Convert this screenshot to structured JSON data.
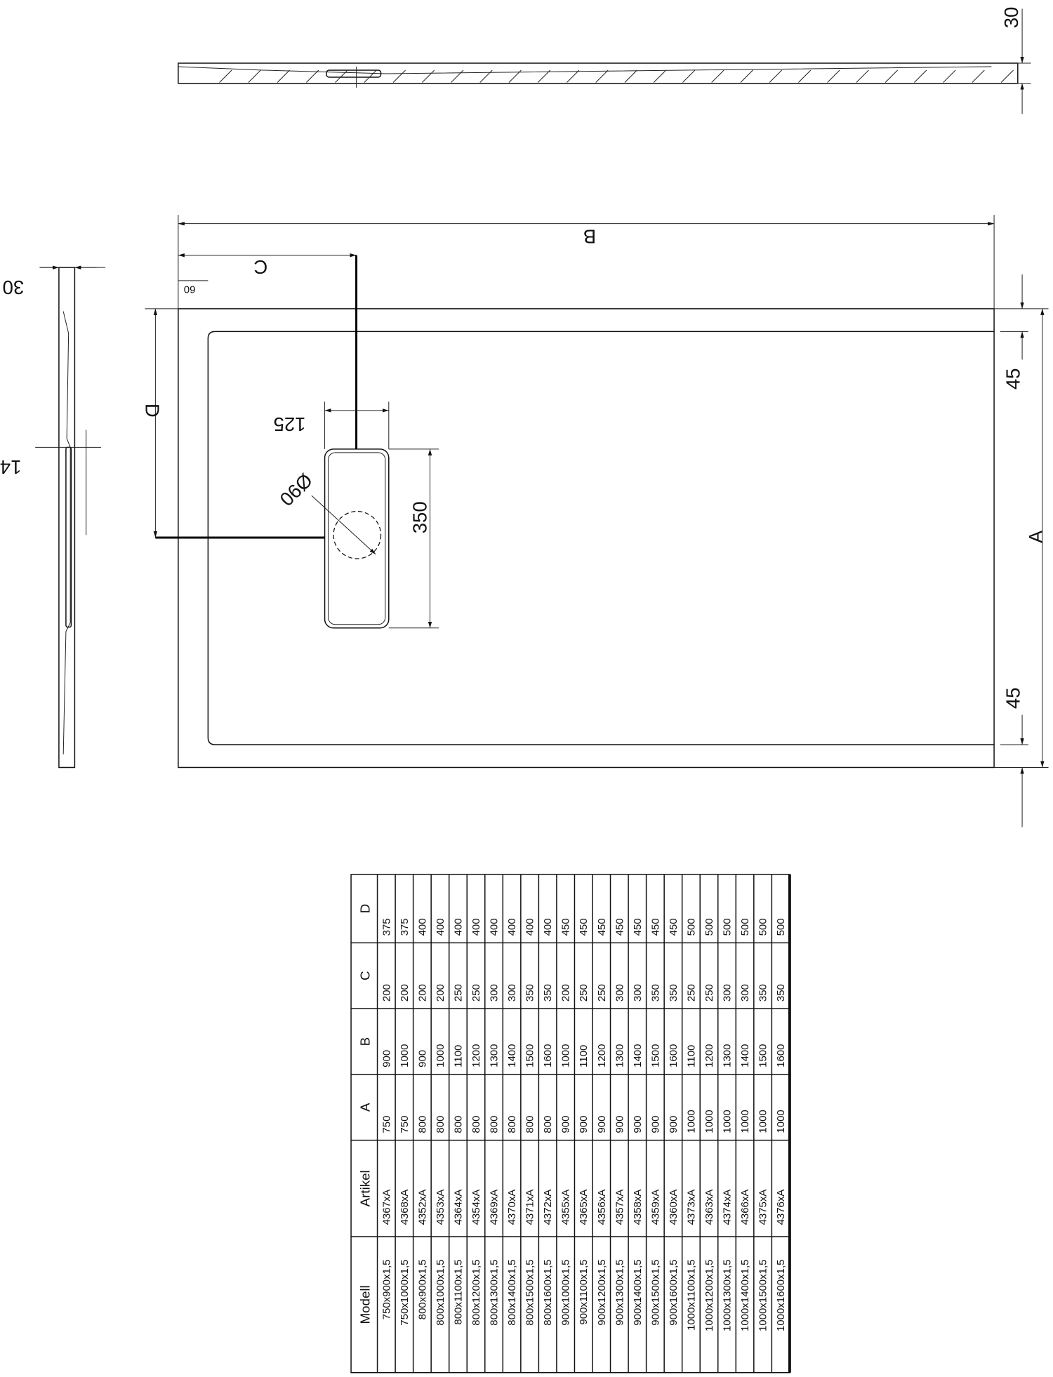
{
  "drawing": {
    "top_view": {
      "thickness": "30"
    },
    "plan_view": {
      "width_label": "B",
      "drain_offset_label": "C",
      "edge_label": "60",
      "drain_depth_label": "D",
      "drain_width": "125",
      "drain_length": "350",
      "drain_diameter": "Ø90",
      "length_label": "A",
      "margin_top": "45",
      "margin_bottom": "45"
    },
    "side_view": {
      "thickness": "30",
      "drain_depth": "14"
    }
  },
  "table": {
    "headers": [
      "Modell",
      "Artikel",
      "A",
      "B",
      "C",
      "D"
    ],
    "rows": [
      [
        "750x900x1,5",
        "4367xA",
        "750",
        "900",
        "200",
        "375"
      ],
      [
        "750x1000x1,5",
        "4368xA",
        "750",
        "1000",
        "200",
        "375"
      ],
      [
        "800x900x1,5",
        "4352xA",
        "800",
        "900",
        "200",
        "400"
      ],
      [
        "800x1000x1,5",
        "4353xA",
        "800",
        "1000",
        "200",
        "400"
      ],
      [
        "800x1100x1,5",
        "4364xA",
        "800",
        "1100",
        "250",
        "400"
      ],
      [
        "800x1200x1,5",
        "4354xA",
        "800",
        "1200",
        "250",
        "400"
      ],
      [
        "800x1300x1,5",
        "4369xA",
        "800",
        "1300",
        "300",
        "400"
      ],
      [
        "800x1400x1,5",
        "4370xA",
        "800",
        "1400",
        "300",
        "400"
      ],
      [
        "800x1500x1,5",
        "4371xA",
        "800",
        "1500",
        "350",
        "400"
      ],
      [
        "800x1600x1,5",
        "4372xA",
        "800",
        "1600",
        "350",
        "400"
      ],
      [
        "900x1000x1,5",
        "4355xA",
        "900",
        "1000",
        "200",
        "450"
      ],
      [
        "900x1100x1,5",
        "4365xA",
        "900",
        "1100",
        "250",
        "450"
      ],
      [
        "900x1200x1,5",
        "4356xA",
        "900",
        "1200",
        "250",
        "450"
      ],
      [
        "900x1300x1,5",
        "4357xA",
        "900",
        "1300",
        "300",
        "450"
      ],
      [
        "900x1400x1,5",
        "4358xA",
        "900",
        "1400",
        "300",
        "450"
      ],
      [
        "900x1500x1,5",
        "4359xA",
        "900",
        "1500",
        "350",
        "450"
      ],
      [
        "900x1600x1,5",
        "4360xA",
        "900",
        "1600",
        "350",
        "450"
      ],
      [
        "1000x1100x1,5",
        "4373xA",
        "1000",
        "1100",
        "250",
        "500"
      ],
      [
        "1000x1200x1,5",
        "4363xA",
        "1000",
        "1200",
        "250",
        "500"
      ],
      [
        "1000x1300x1,5",
        "4374xA",
        "1000",
        "1300",
        "300",
        "500"
      ],
      [
        "1000x1400x1,5",
        "4366xA",
        "1000",
        "1400",
        "300",
        "500"
      ],
      [
        "1000x1500x1,5",
        "4375xA",
        "1000",
        "1500",
        "350",
        "500"
      ],
      [
        "1000x1600x1,5",
        "4376xA",
        "1000",
        "1600",
        "350",
        "500"
      ]
    ]
  }
}
